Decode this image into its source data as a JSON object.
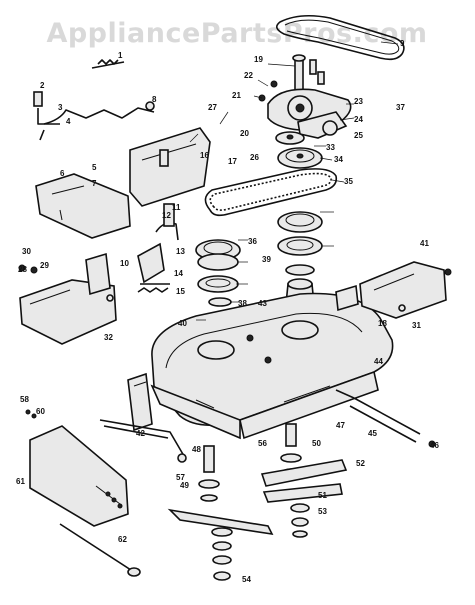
{
  "watermark": "AppliancePartsPros.com",
  "callouts": [
    {
      "id": "c1",
      "text": "1"
    },
    {
      "id": "c2",
      "text": "2"
    },
    {
      "id": "c3",
      "text": "3"
    },
    {
      "id": "c4",
      "text": "4"
    },
    {
      "id": "c5",
      "text": "5"
    },
    {
      "id": "c6",
      "text": "6"
    },
    {
      "id": "c7",
      "text": "7"
    },
    {
      "id": "c8",
      "text": "8"
    },
    {
      "id": "c9",
      "text": "9"
    },
    {
      "id": "c10",
      "text": "10"
    },
    {
      "id": "c11",
      "text": "11"
    },
    {
      "id": "c12",
      "text": "12"
    },
    {
      "id": "c13",
      "text": "13"
    },
    {
      "id": "c14",
      "text": "14"
    },
    {
      "id": "c15",
      "text": "15"
    },
    {
      "id": "c16",
      "text": "16"
    },
    {
      "id": "c17",
      "text": "17"
    },
    {
      "id": "c18",
      "text": "18"
    },
    {
      "id": "c19",
      "text": "19"
    },
    {
      "id": "c20",
      "text": "20"
    },
    {
      "id": "c21",
      "text": "21"
    },
    {
      "id": "c22",
      "text": "22"
    },
    {
      "id": "c23",
      "text": "23"
    },
    {
      "id": "c24",
      "text": "24"
    },
    {
      "id": "c25",
      "text": "25"
    },
    {
      "id": "c26",
      "text": "26"
    },
    {
      "id": "c27",
      "text": "27"
    },
    {
      "id": "c28",
      "text": "28"
    },
    {
      "id": "c29",
      "text": "29"
    },
    {
      "id": "c30",
      "text": "30"
    },
    {
      "id": "c31",
      "text": "31"
    },
    {
      "id": "c32",
      "text": "32"
    },
    {
      "id": "c33",
      "text": "33"
    },
    {
      "id": "c34",
      "text": "34"
    },
    {
      "id": "c35",
      "text": "35"
    },
    {
      "id": "c36",
      "text": "36"
    },
    {
      "id": "c37",
      "text": "37"
    },
    {
      "id": "c38",
      "text": "38"
    },
    {
      "id": "c39",
      "text": "39"
    },
    {
      "id": "c40",
      "text": "40"
    },
    {
      "id": "c41",
      "text": "41"
    },
    {
      "id": "c42",
      "text": "42"
    },
    {
      "id": "c43",
      "text": "43"
    },
    {
      "id": "c44",
      "text": "44"
    },
    {
      "id": "c45",
      "text": "45"
    },
    {
      "id": "c46",
      "text": "46"
    },
    {
      "id": "c47",
      "text": "47"
    },
    {
      "id": "c48",
      "text": "48"
    },
    {
      "id": "c49",
      "text": "49"
    },
    {
      "id": "c50",
      "text": "50"
    },
    {
      "id": "c51",
      "text": "51"
    },
    {
      "id": "c52",
      "text": "52"
    },
    {
      "id": "c53",
      "text": "53"
    },
    {
      "id": "c54",
      "text": "54"
    },
    {
      "id": "c56",
      "text": "56"
    },
    {
      "id": "c57",
      "text": "57"
    },
    {
      "id": "c58",
      "text": "58"
    },
    {
      "id": "c60",
      "text": "60"
    },
    {
      "id": "c61",
      "text": "61"
    },
    {
      "id": "c62",
      "text": "62"
    }
  ]
}
